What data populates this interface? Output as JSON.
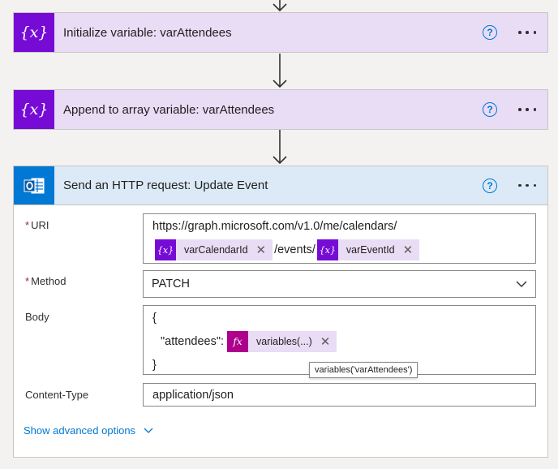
{
  "steps": {
    "init": {
      "title": "Initialize variable: varAttendees",
      "icon": "variable-icon"
    },
    "append": {
      "title": "Append to array variable: varAttendees",
      "icon": "variable-icon"
    },
    "http": {
      "title": "Send an HTTP request: Update Event",
      "icon": "outlook-icon"
    }
  },
  "http_form": {
    "uri": {
      "required_mark": "*",
      "label": "URI",
      "text_line1": "https://graph.microsoft.com/v1.0/me/calendars/",
      "token1": "varCalendarId",
      "separator": "/events/",
      "token2": "varEventId"
    },
    "method": {
      "required_mark": "*",
      "label": "Method",
      "value": "PATCH"
    },
    "body": {
      "label": "Body",
      "line1": "{",
      "key": "\"attendees\":",
      "expression_token": "variables(...)",
      "line3": "}",
      "tooltip": "variables('varAttendees')"
    },
    "content_type": {
      "label": "Content-Type",
      "value": "application/json"
    },
    "advanced_link": "Show advanced options"
  },
  "glyphs": {
    "variable": "{x}",
    "function": "fx",
    "help": "?",
    "close": "✕"
  },
  "colors": {
    "variable_purple": "#770bd6",
    "variable_bg": "#e9dcf5",
    "http_header_bg": "#dbeaf6",
    "outlook_blue": "#0078d4",
    "expression_magenta": "#ad008c"
  }
}
